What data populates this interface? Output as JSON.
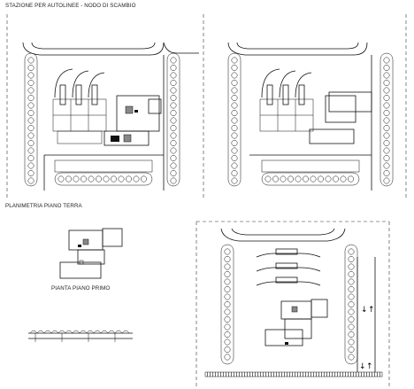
{
  "labels": {
    "project_title": "STAZIONE PER AUTOLINEE - NODO DI SCAMBIO",
    "ground_floor": "PLANIMETRIA PIANO TERRA",
    "first_floor": "PIANTA PIANO PRIMO"
  }
}
